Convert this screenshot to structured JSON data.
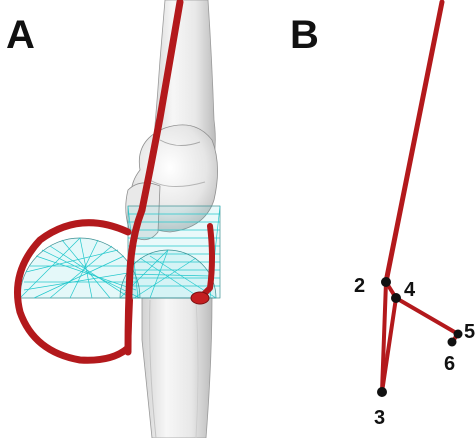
{
  "panels": [
    {
      "letter": "A",
      "bones": [
        "femur",
        "patella",
        "tibia"
      ],
      "muscle_color": "#b3191c",
      "wrap_surface_color": "#23c8cc"
    },
    {
      "letter": "B",
      "path_color": "#b3191c",
      "points": [
        {
          "label": "2"
        },
        {
          "label": "3"
        },
        {
          "label": "4"
        },
        {
          "label": "5"
        },
        {
          "label": "6"
        }
      ]
    }
  ]
}
